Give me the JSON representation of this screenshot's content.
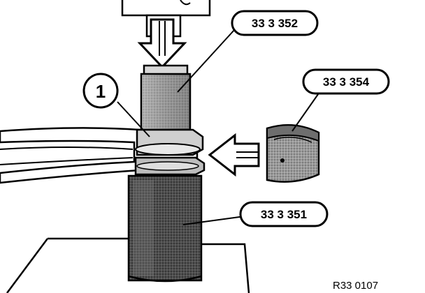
{
  "labels": {
    "tool_top": "33 3 352",
    "clip_right": "33 3 354",
    "sleeve_bottom": "33 3 351",
    "item_number": "1",
    "figure_ref": "R33 0107"
  },
  "colors": {
    "ink": "#000000",
    "paper": "#ffffff",
    "light_gray": "#b8b8b8",
    "mid_gray": "#8c8c8c",
    "dark_gray": "#4a4a4a",
    "sleeve": "#555555"
  },
  "icons": {
    "press_arrow": "arrow-down-icon",
    "insert_arrow": "arrow-left-icon"
  }
}
